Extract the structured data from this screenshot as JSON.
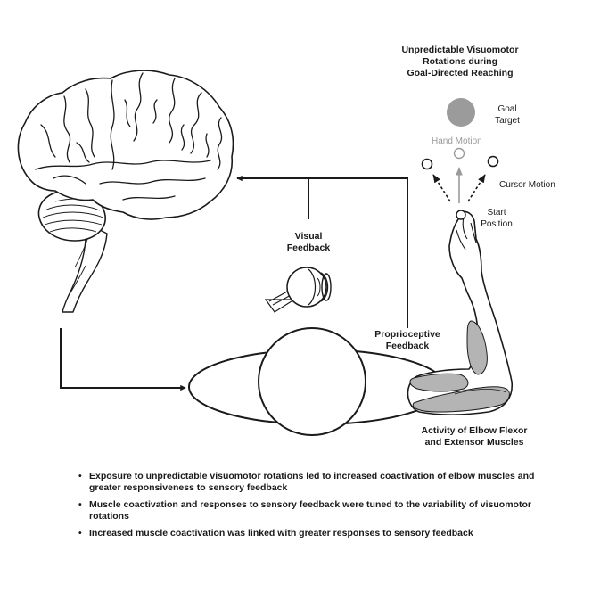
{
  "header": {
    "line1": "Unpredictable Visuomotor",
    "line2": "Rotations during",
    "line3": "Goal-Directed Reaching"
  },
  "task": {
    "goal_line1": "Goal",
    "goal_line2": "Target",
    "hand_motion": "Hand Motion",
    "cursor_motion": "Cursor Motion",
    "start_line1": "Start",
    "start_line2": "Position"
  },
  "loop": {
    "visual_line1": "Visual",
    "visual_line2": "Feedback",
    "proprio_line1": "Proprioceptive",
    "proprio_line2": "Feedback",
    "muscles_line1": "Activity of Elbow Flexor",
    "muscles_line2": "and Extensor Muscles"
  },
  "findings": [
    "Exposure to unpredictable visuomotor rotations led to increased coactivation of elbow muscles and greater responsiveness to sensory feedback",
    "Muscle coactivation and responses to sensory feedback were tuned to the variability of visuomotor rotations",
    "Increased muscle coactivation was linked with greater responses to sensory feedback"
  ],
  "colors": {
    "ink": "#1a1a1a",
    "goal_fill": "#9b9b9b",
    "muscle_fill": "#b4b4b4",
    "hand_motion_gray": "#9a9a9a"
  },
  "icons": [
    "brain-icon",
    "eye-icon",
    "arm-icon",
    "goal-target-icon"
  ]
}
